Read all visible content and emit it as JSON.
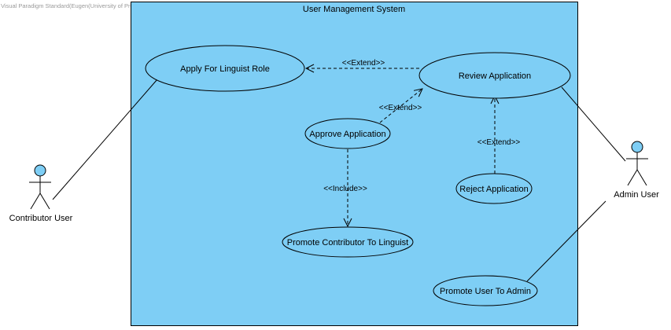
{
  "watermark": "Visual Paradigm Standard(Eugen(University of Pretoria))",
  "system": {
    "title": "User Management System"
  },
  "actors": {
    "contributor": "Contributor User",
    "admin": "Admin User"
  },
  "use_cases": {
    "apply": "Apply For Linguist Role",
    "review": "Review Application",
    "approve": "Approve Application",
    "reject": "Reject Application",
    "promote_linguist": "Promote Contributor To Linguist",
    "promote_admin": "Promote User To Admin"
  },
  "relations": {
    "extend_review_apply": "<<Extend>>",
    "extend_approve_review": "<<Extend>>",
    "extend_reject_review": "<<Extend>>",
    "include_approve_promote": "<<Include>>"
  },
  "colors": {
    "system_fill": "#7ecef5",
    "usecase_fill": "#7ecef5",
    "actor_head": "#7ecef5",
    "line": "#000000"
  }
}
